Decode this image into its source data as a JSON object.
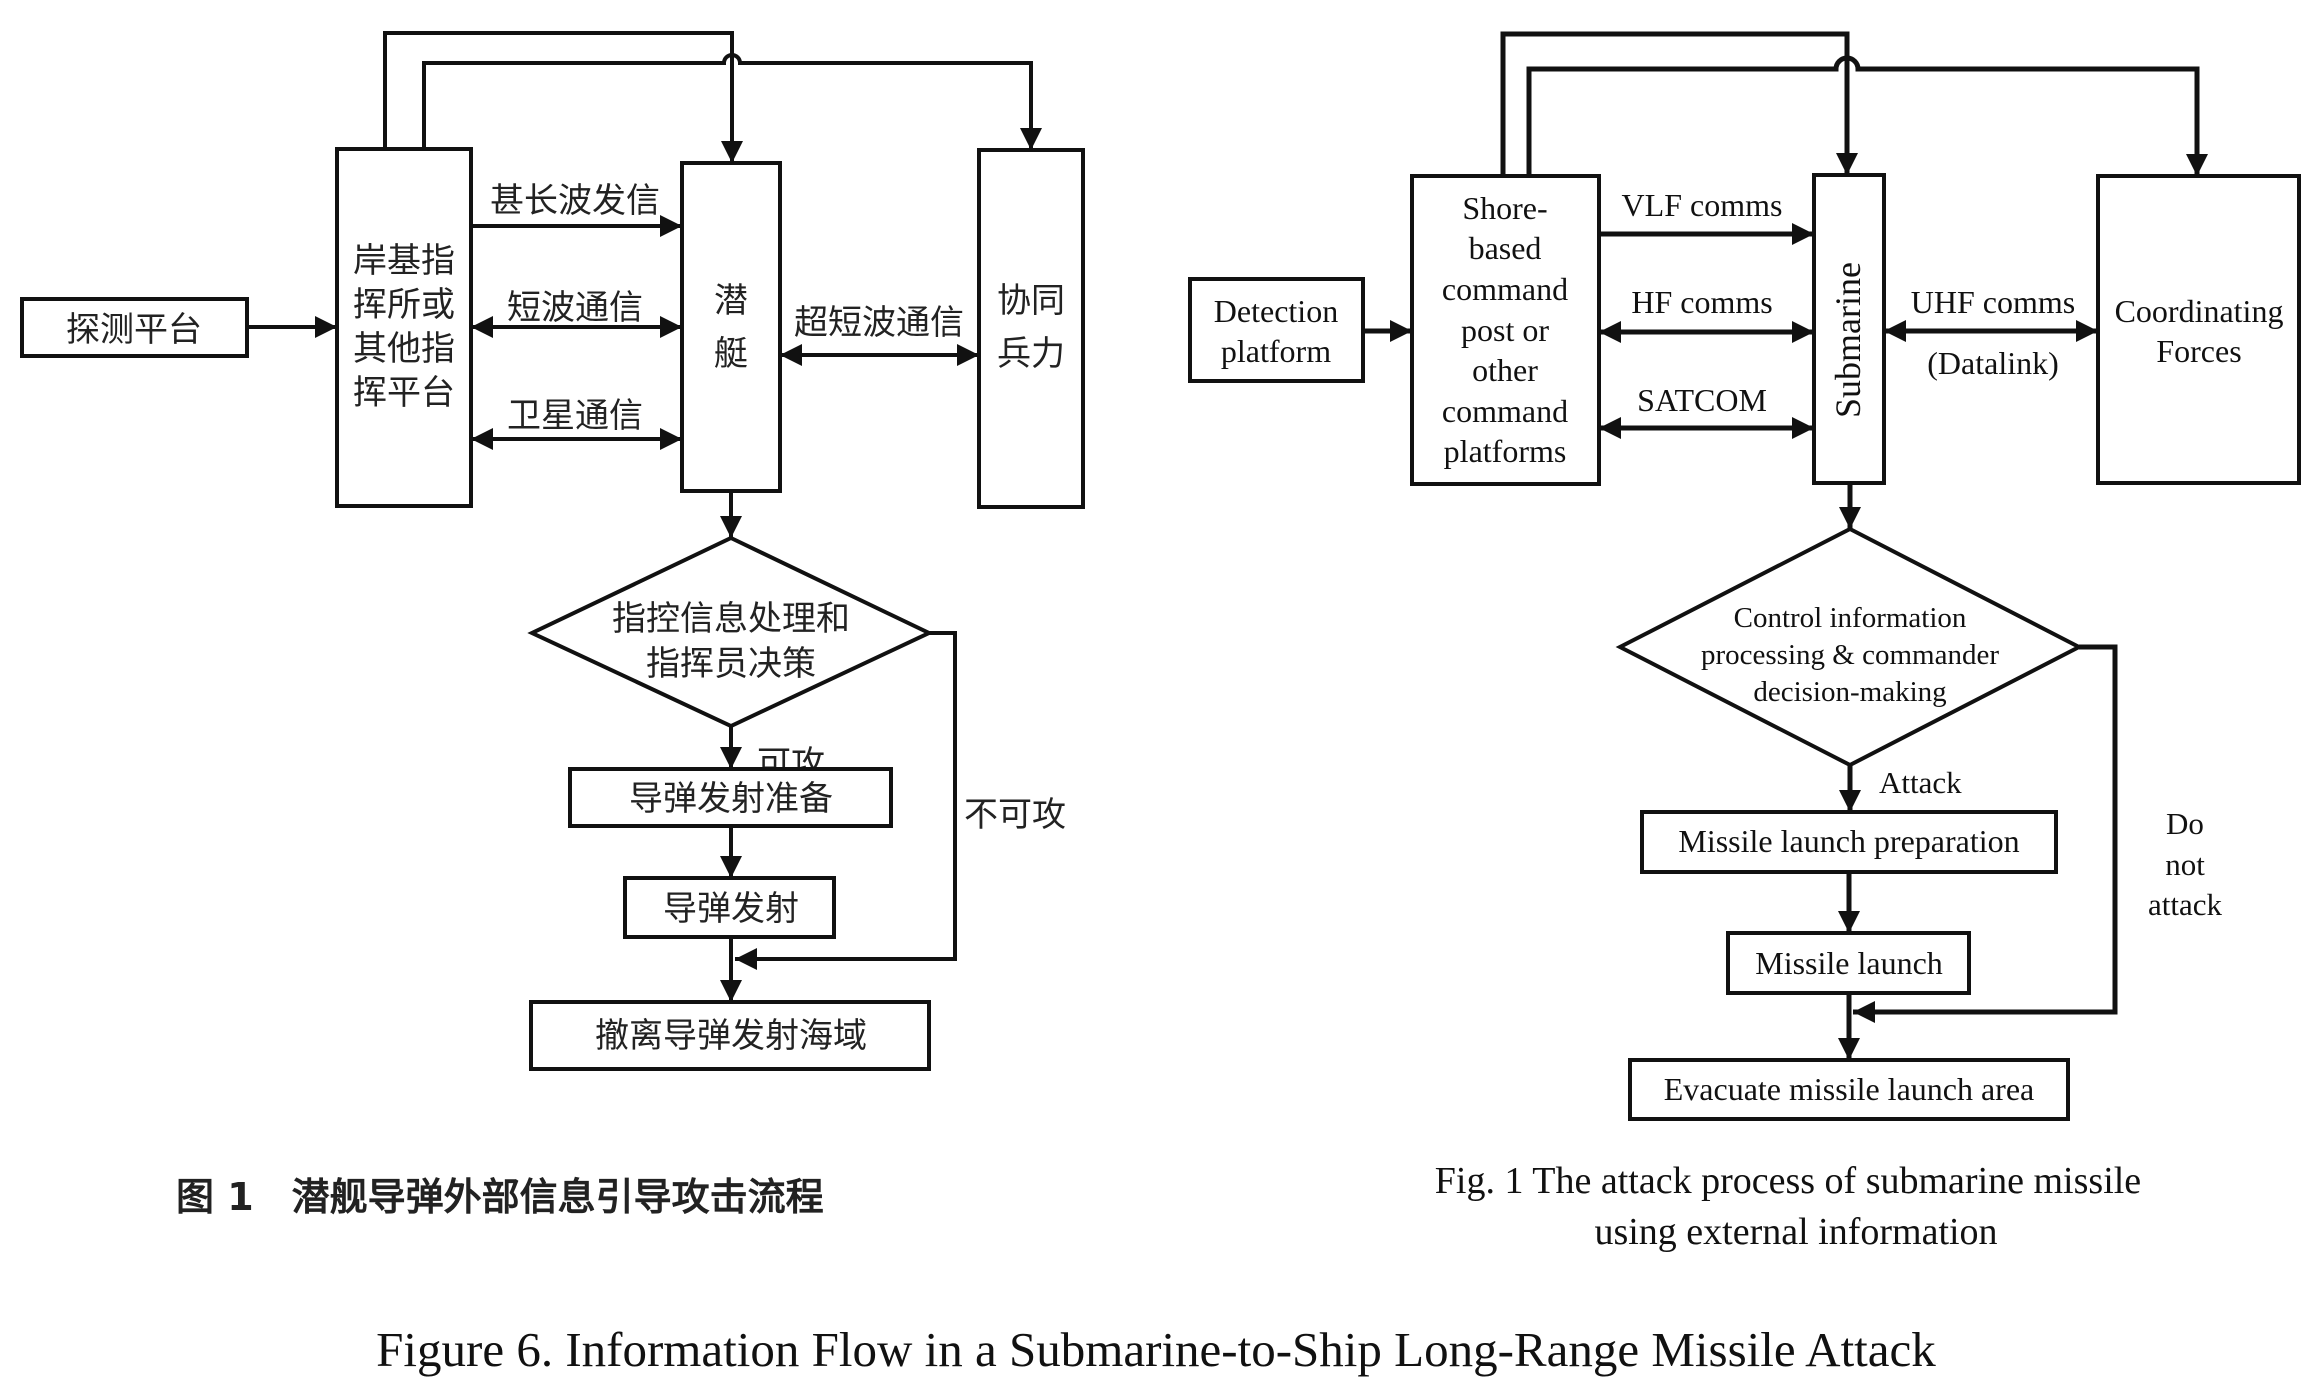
{
  "figure_caption": "Figure 6. Information Flow in a Submarine-to-Ship Long-Range Missile Attack",
  "left_diagram": {
    "language": "zh",
    "caption": "图 1　潜舰导弹外部信息引导攻击流程",
    "nodes": {
      "detection": "探测平台",
      "shore_lines": [
        "岸基指",
        "挥所或",
        "其他指",
        "挥平台"
      ],
      "submarine_lines": [
        "潜",
        "艇"
      ],
      "coordinating_lines": [
        "协同",
        "兵力"
      ],
      "decision_lines": [
        "指控信息处理和",
        "指挥员决策"
      ],
      "prep": "导弹发射准备",
      "launch": "导弹发射",
      "evacuate": "撤离导弹发射海域"
    },
    "links": {
      "vlf": "甚长波发信",
      "hf": "短波通信",
      "satcom": "卫星通信",
      "uhf": "超短波通信",
      "attack": "可攻",
      "no_attack": "不可攻"
    }
  },
  "right_diagram": {
    "language": "en",
    "caption_lines": [
      "Fig. 1 The attack process of submarine missile",
      "using external information"
    ],
    "nodes": {
      "detection_lines": [
        "Detection",
        "platform"
      ],
      "shore_lines": [
        "Shore-",
        "based",
        "command",
        "post or",
        "other",
        "command",
        "platforms"
      ],
      "submarine": "Submarine",
      "coordinating_lines": [
        "Coordinating",
        "Forces"
      ],
      "decision_lines": [
        "Control information",
        "processing & commander",
        "decision-making"
      ],
      "prep": "Missile launch preparation",
      "launch": "Missile launch",
      "evacuate": "Evacuate missile launch area"
    },
    "links": {
      "vlf": "VLF comms",
      "hf": "HF comms",
      "satcom": "SATCOM",
      "uhf_lines": [
        "UHF comms",
        "(Datalink)"
      ],
      "attack": "Attack",
      "no_attack_lines": [
        "Do",
        "not",
        "attack"
      ]
    }
  }
}
